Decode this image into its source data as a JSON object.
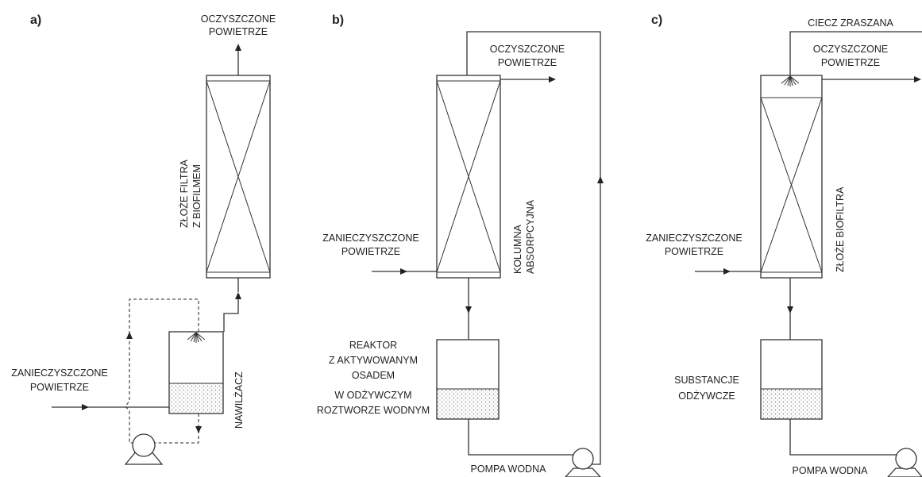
{
  "panels": {
    "a": {
      "letter": "a)",
      "outlet_air": [
        "OCZYSZCZONE",
        "POWIETRZE"
      ],
      "bed": [
        "ZŁOŻE FILTRA",
        "Z BIOFILMEM"
      ],
      "humidifier": "NAWILŻACZ",
      "inlet_air": [
        "ZANIECZYSZCZONE",
        "POWIETRZE"
      ]
    },
    "b": {
      "letter": "b)",
      "outlet_air": [
        "OCZYSZCZONE",
        "POWIETRZE"
      ],
      "column": [
        "KOLUMNA",
        "ABSORPCYJNA"
      ],
      "inlet_air": [
        "ZANIECZYSZCZONE",
        "POWIETRZE"
      ],
      "reactor": [
        "REAKTOR",
        "Z AKTYWOWANYM",
        "OSADEM",
        "W ODŻYWCZYM",
        "ROZTWORZE WODNYM"
      ],
      "pump": "POMPA WODNA"
    },
    "c": {
      "letter": "c)",
      "spray": "CIECZ ZRASZANA",
      "outlet_air": [
        "OCZYSZCZONE",
        "POWIETRZE"
      ],
      "bed": "ZŁOŻE BIOFILTRA",
      "inlet_air": [
        "ZANIECZYSZCZONE",
        "POWIETRZE"
      ],
      "nutrients": [
        "SUBSTANCJE",
        "ODŻYWCZE"
      ],
      "pump": "POMPA WODNA"
    }
  }
}
